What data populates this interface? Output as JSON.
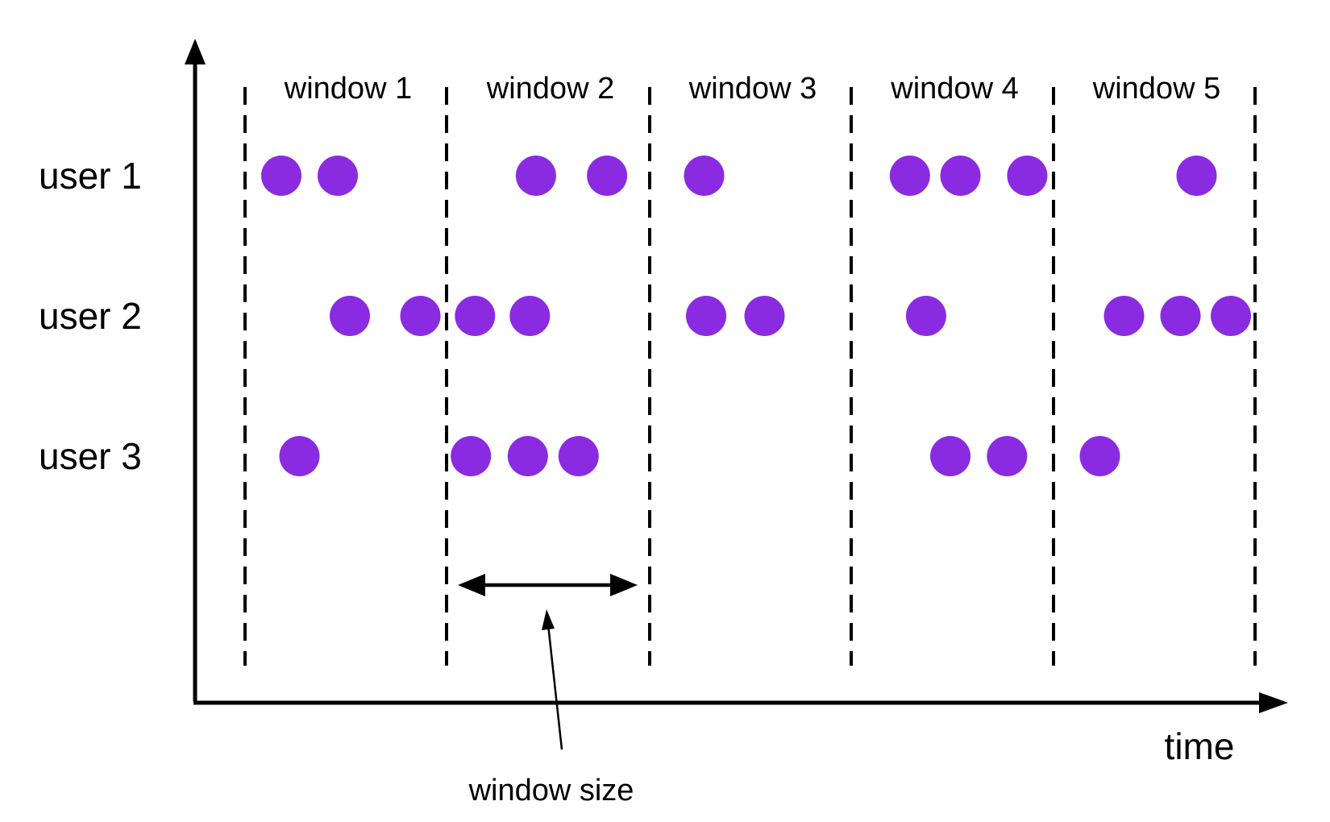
{
  "axes": {
    "x_label": "time"
  },
  "windows": [
    {
      "label": "window 1"
    },
    {
      "label": "window 2"
    },
    {
      "label": "window 3"
    },
    {
      "label": "window 4"
    },
    {
      "label": "window 5"
    }
  ],
  "users": [
    {
      "label": "user 1"
    },
    {
      "label": "user 2"
    },
    {
      "label": "user 3"
    }
  ],
  "annotation": {
    "label": "window size"
  },
  "colors": {
    "event": "#8a2be2",
    "line": "#000000",
    "background": "#ffffff"
  },
  "events": {
    "user 1": [
      [
        0.18,
        0.46
      ],
      [
        0.44,
        0.79
      ],
      [
        0.27
      ],
      [
        0.29,
        0.54,
        0.87
      ],
      [
        0.71
      ]
    ],
    "user 2": [
      [
        0.52,
        0.87
      ],
      [
        0.14,
        0.41
      ],
      [
        0.28,
        0.57
      ],
      [
        0.37
      ],
      [
        0.35,
        0.63,
        0.88
      ]
    ],
    "user 3": [
      [
        0.27
      ],
      [
        0.12,
        0.4,
        0.65
      ],
      [],
      [
        0.49,
        0.77
      ],
      [
        0.23
      ]
    ]
  }
}
